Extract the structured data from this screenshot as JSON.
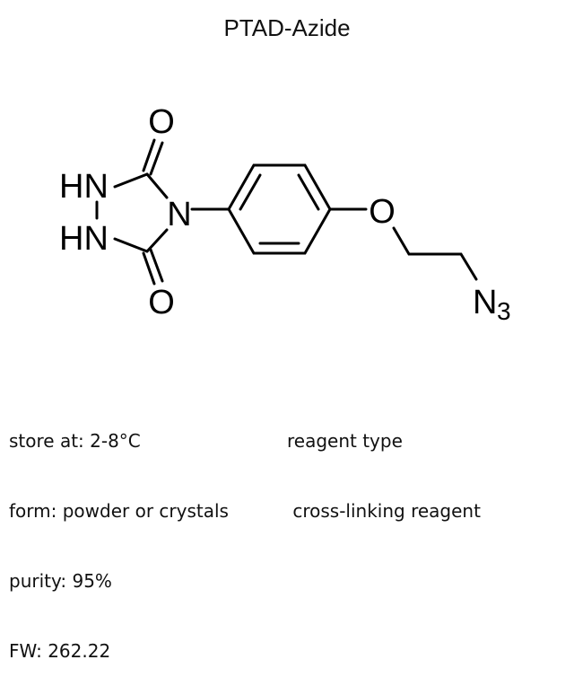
{
  "title": "PTAD-Azide",
  "structure": {
    "atoms": {
      "o_top": "O",
      "o_bottom": "O",
      "nh_top": "HN",
      "nh_bottom": "HN",
      "n_ring": "N",
      "o_ether": "O",
      "azide_n": "N",
      "azide_sub": "3"
    },
    "bond_color": "#000000"
  },
  "properties": {
    "storage": "store at: 2-8°C",
    "form": "form: powder or crystals",
    "purity": "purity: 95%",
    "fw": "FW: 262.22"
  },
  "reagent": {
    "label": "reagent type",
    "value": " cross-linking reagent"
  }
}
